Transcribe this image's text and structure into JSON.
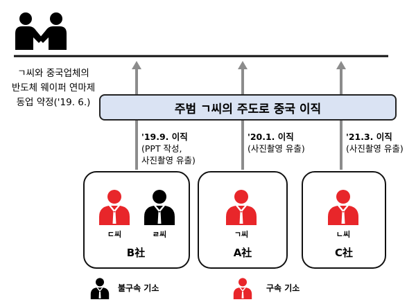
{
  "agreement": {
    "lines": [
      "ㄱ씨와 중국업체의",
      "반도체 웨이퍼 연마제",
      "동업 약정('19. 6.)"
    ]
  },
  "banner": {
    "text": "주범 ㄱ씨의 주도로 중국 이직"
  },
  "moves": [
    {
      "date": "'19.9. 이직",
      "detail": [
        "(PPT 작성,",
        "사진촬영 유출)"
      ]
    },
    {
      "date": "'20.1. 이직",
      "detail": [
        "(사진촬영 유출)"
      ]
    },
    {
      "date": "'21.3. 이직",
      "detail": [
        "(사진촬영 유출)"
      ]
    }
  ],
  "companies": [
    {
      "name": "B社",
      "persons": [
        {
          "label": "ㄷ씨",
          "status": "arrested"
        },
        {
          "label": "ㄹ씨",
          "status": "not_arrested"
        }
      ]
    },
    {
      "name": "A社",
      "persons": [
        {
          "label": "ㄱ씨",
          "status": "arrested"
        }
      ]
    },
    {
      "name": "C社",
      "persons": [
        {
          "label": "ㄴ씨",
          "status": "arrested"
        }
      ]
    }
  ],
  "legend": {
    "not_arrested": "불구속 기소",
    "arrested": "구속 기소"
  },
  "colors": {
    "arrested": "#e8262a",
    "not_arrested": "#000000",
    "banner_fill": "#dae3f3",
    "arrow": "#8c8c8c"
  }
}
